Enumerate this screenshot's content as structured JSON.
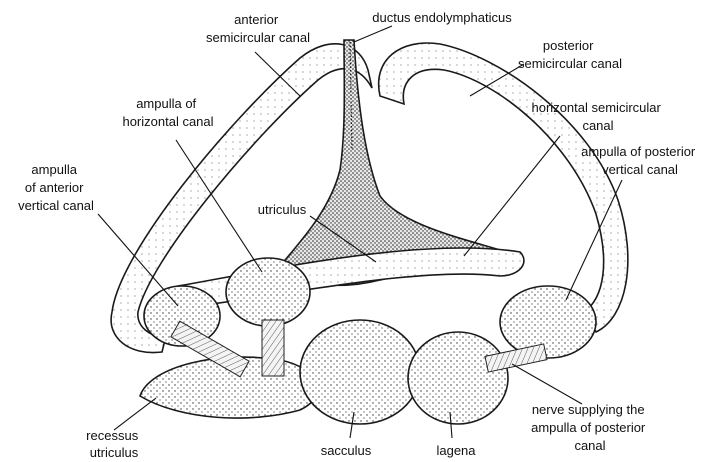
{
  "labels": {
    "anterior_canal": [
      "anterior",
      "semicircular canal"
    ],
    "ductus": [
      "ductus endolymphaticus"
    ],
    "posterior_canal": [
      "posterior",
      "semicircular  canal"
    ],
    "ampulla_horizontal": [
      "ampulla of",
      "horizontal canal"
    ],
    "horizontal_canal": [
      "horizontal semicircular",
      "canal"
    ],
    "ampulla_posterior": [
      "ampulla of posterior",
      "vertical canal"
    ],
    "ampulla_anterior": [
      "ampulla",
      "of anterior",
      "vertical canal"
    ],
    "utriculus": [
      "utriculus"
    ],
    "recessus": [
      "recessus",
      "utriculus"
    ],
    "sacculus": [
      "sacculus"
    ],
    "lagena": [
      "lagena"
    ],
    "nerve": [
      "nerve supplying the",
      "ampulla of posterior",
      "canal"
    ]
  }
}
